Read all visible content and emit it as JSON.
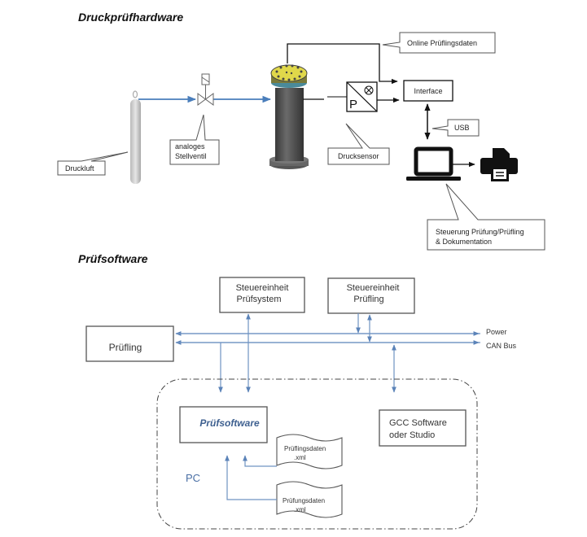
{
  "hardware": {
    "title": "Druckprüfhardware",
    "callouts": {
      "online_data": "Online Prüflingsdaten",
      "valve_line1": "analoges",
      "valve_line2": "Stellventil",
      "compressed_air": "Druckluft",
      "pressure_sensor": "Drucksensor",
      "usb": "USB",
      "control_line1": "Steuerung Prüfung/Prüfling",
      "control_line2": "& Dokumentation"
    },
    "interface_label": "Interface",
    "sensor_symbol": "P",
    "colors": {
      "flow": "#4a7ebb",
      "line": "#111111",
      "cylinder": "#4a4a4a",
      "lid": "#e0d84a",
      "ring": "#4a8a9a"
    }
  },
  "software": {
    "title": "Prüfsoftware",
    "blocks": {
      "control_system_line1": "Steuereinheit",
      "control_system_line2": "Prüfsystem",
      "control_dut_line1": "Steuereinheit",
      "control_dut_line2": "Prüfling",
      "dut": "Prüfling",
      "test_software": "Prüfsoftware",
      "gcc_line1": "GCC Software",
      "gcc_line2": "oder Studio",
      "pc": "PC"
    },
    "buses": {
      "power": "Power",
      "can": "CAN Bus"
    },
    "documents": {
      "dut_data_line1": "Prüflingsdaten",
      "dut_data_line2": ".xml",
      "test_data_line1": "Prüfungsdaten",
      "test_data_line2": ".xml"
    },
    "colors": {
      "bus": "#6f93c2",
      "box": "#555555",
      "accent": "#3d5f8f"
    }
  }
}
